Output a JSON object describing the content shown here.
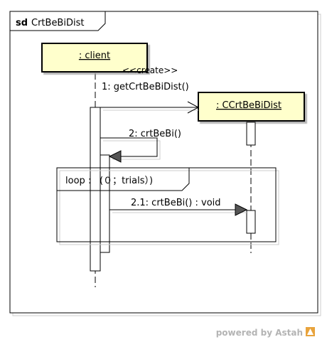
{
  "frame": {
    "keyword": "sd",
    "name": "CrtBeBiDist"
  },
  "lifelines": [
    {
      "id": "client",
      "label": ": client"
    },
    {
      "id": "ccrt",
      "label": ": CCrtBeBiDist"
    }
  ],
  "messages": [
    {
      "id": "m-create-stereo",
      "text": "<<create>>"
    },
    {
      "id": "m1",
      "text": "1: getCrtBeBiDist()"
    },
    {
      "id": "m2",
      "text": "2: crtBeBi()"
    },
    {
      "id": "m21",
      "text": "2.1: crtBeBi() : void"
    }
  ],
  "fragment": {
    "operator": "loop",
    "guard": "(０；trials）)"
  },
  "watermark": {
    "text": "powered by Astah"
  },
  "colors": {
    "lifeline_fill": "#ffffcc",
    "watermark": "#b4b4b4",
    "logo": "#e8a33c"
  }
}
